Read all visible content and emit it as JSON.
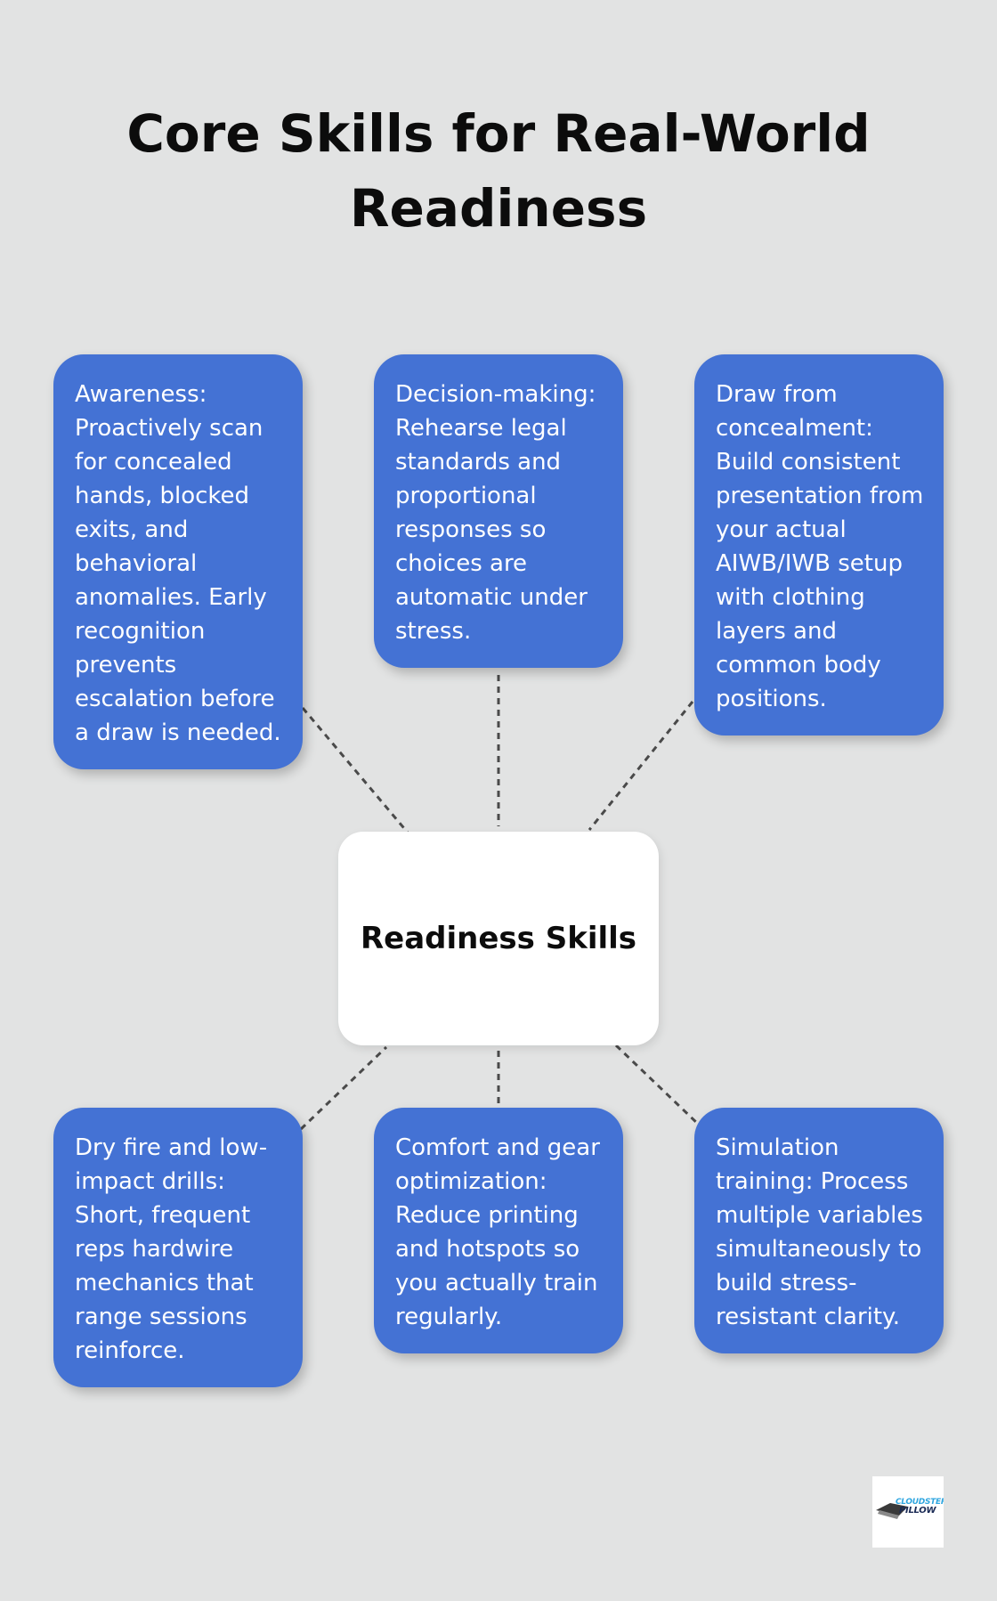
{
  "title": "Core Skills for Real-World Readiness",
  "center_label": "Readiness Skills",
  "nodes": [
    {
      "text": "Awareness: Proactively scan for concealed hands, blocked exits, and behavioral anomalies. Early recognition prevents escalation before a draw is needed."
    },
    {
      "text": "Decision-making: Rehearse legal standards and proportional responses so choices are automatic under stress."
    },
    {
      "text": "Draw from concealment: Build consistent presentation from your actual AIWB/IWB setup with clothing layers and common body positions."
    },
    {
      "text": "Dry fire and low-impact drills: Short, frequent reps hardwire mechanics that range sessions reinforce."
    },
    {
      "text": "Comfort and gear optimization: Reduce printing and hotspots so you actually train regularly."
    },
    {
      "text": "Simulation training: Process multiple variables simultaneously to build stress-resistant clarity."
    }
  ],
  "logo": {
    "line1": "CLOUDSTER",
    "line2": "PILLOW"
  },
  "colors": {
    "background": "#e2e3e3",
    "card": "#4472d4",
    "center": "#ffffff",
    "connector": "#4a4a4a"
  }
}
